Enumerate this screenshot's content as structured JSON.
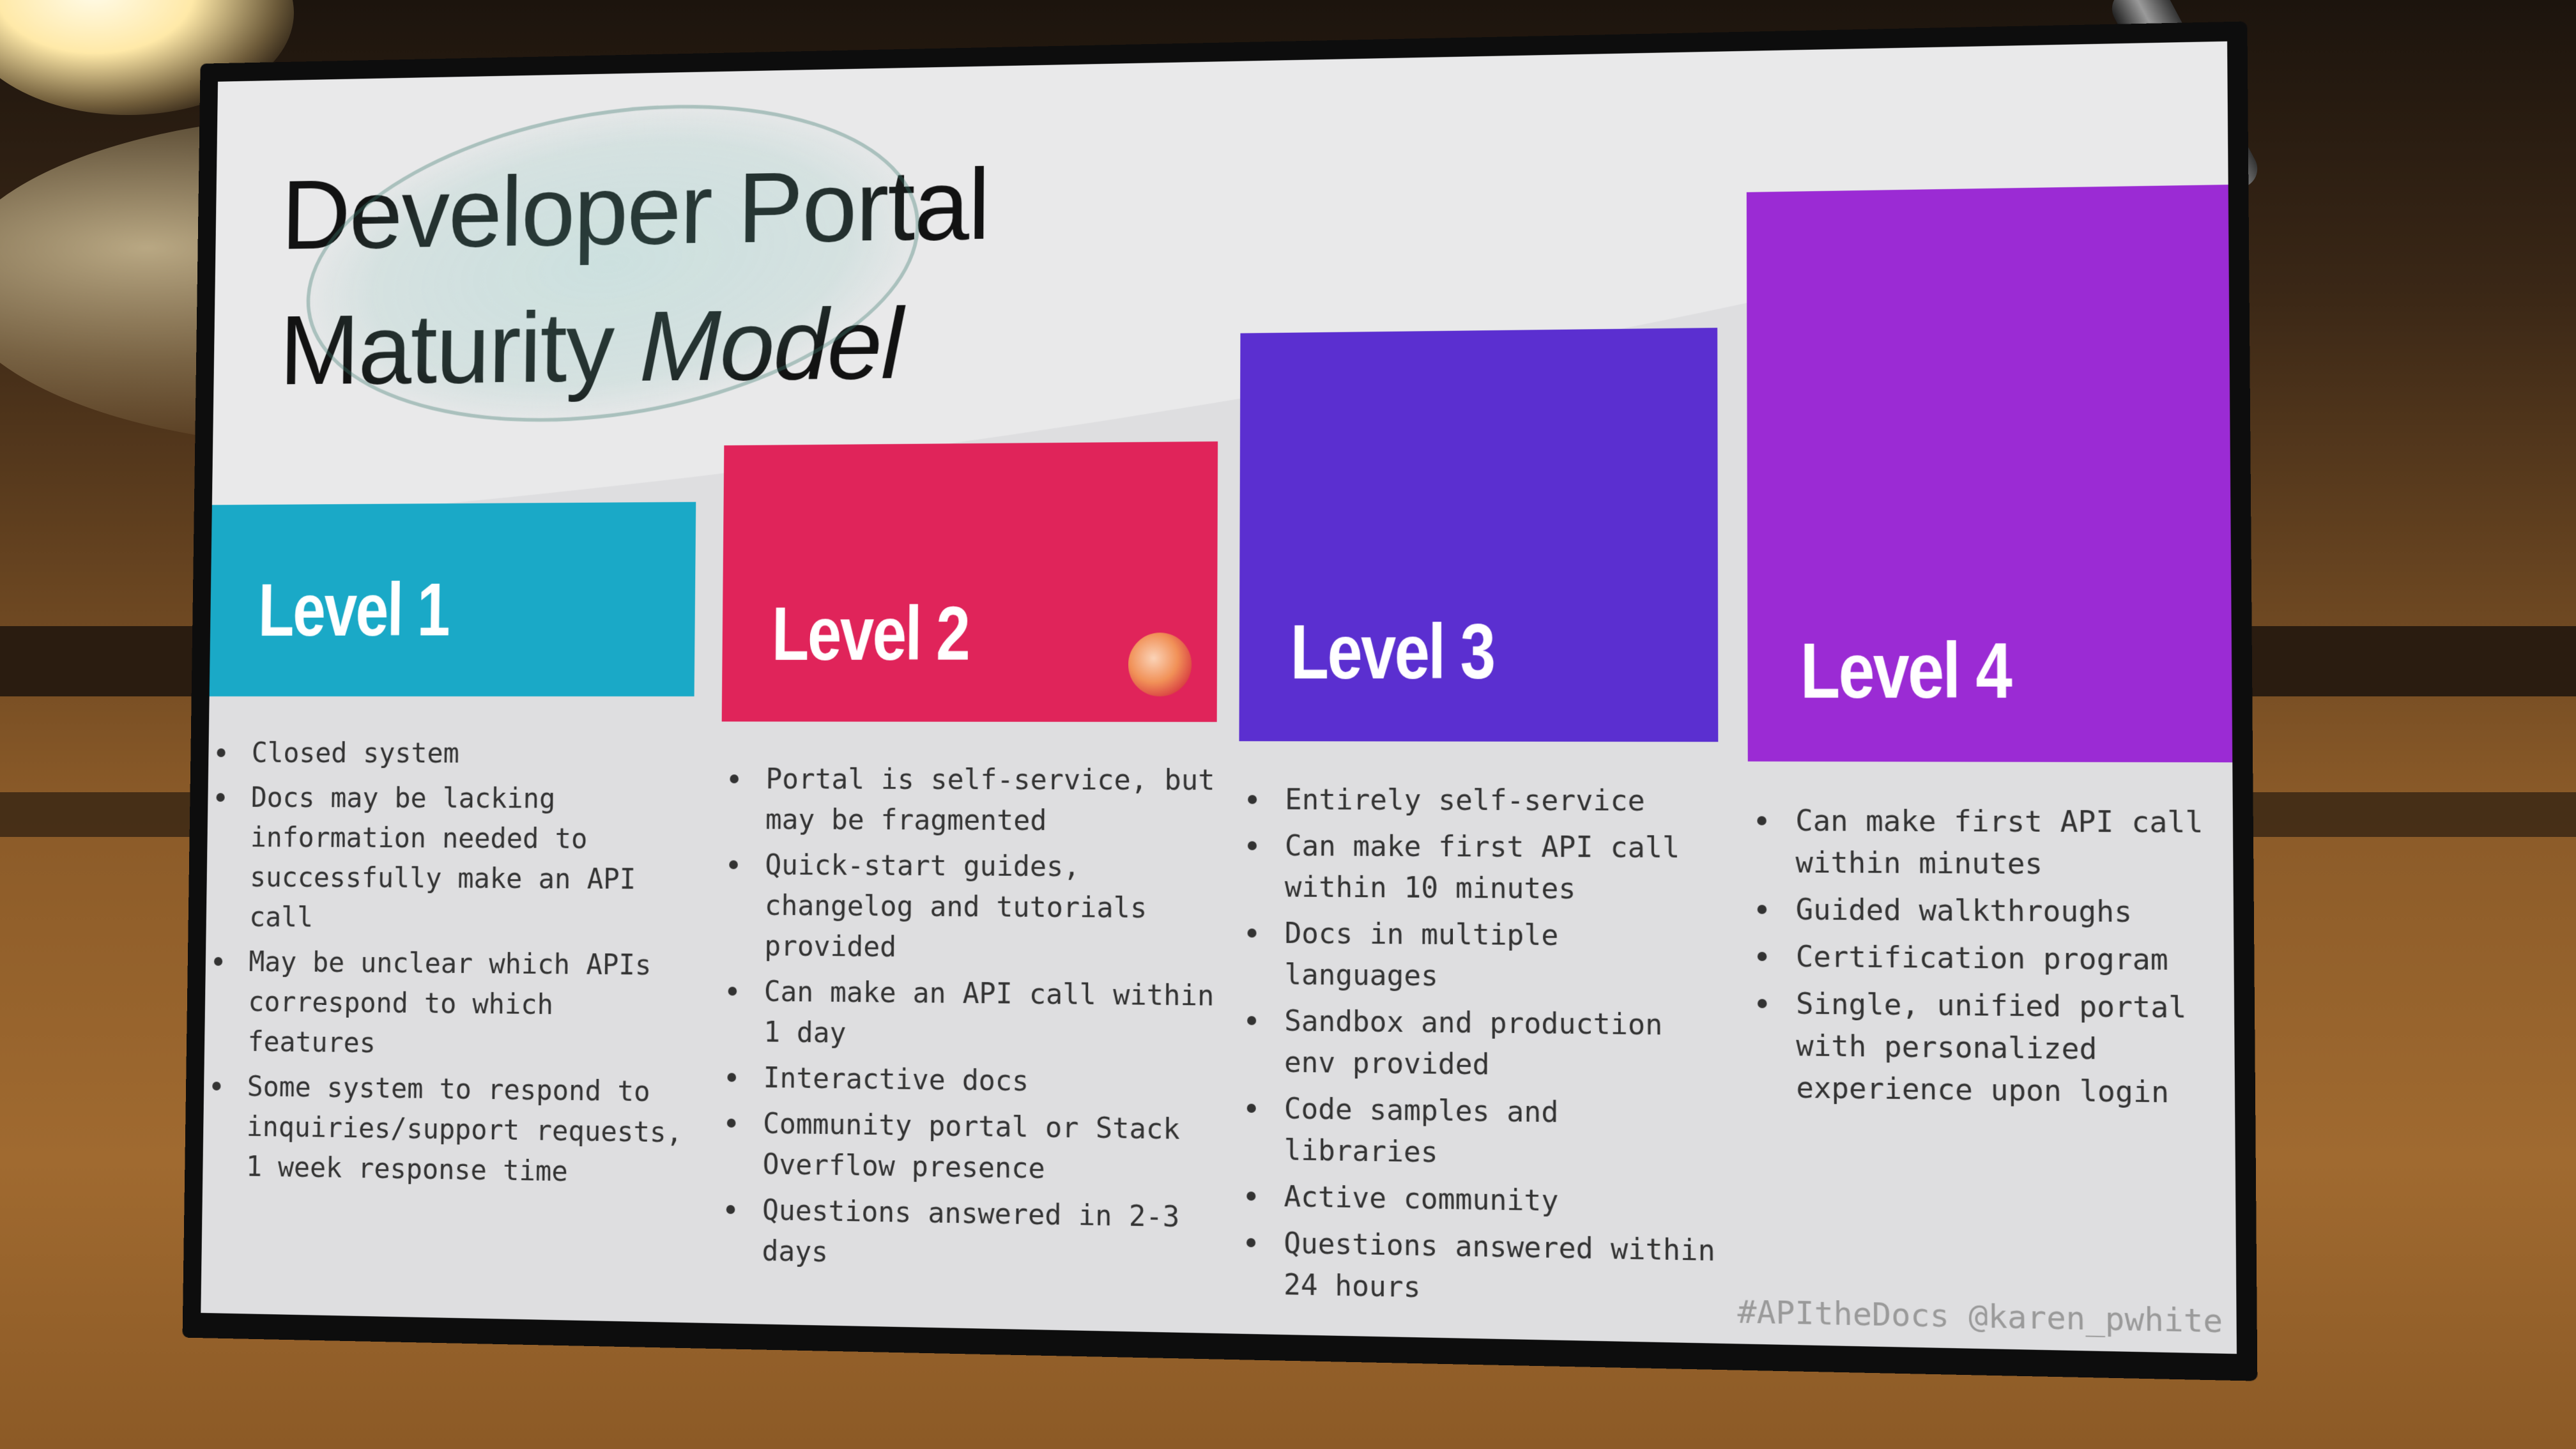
{
  "slide": {
    "title_line1": "Developer Portal",
    "title_line2_a": "Maturity ",
    "title_line2_b": "Model",
    "hashtag": "#APItheDocs @karen_pwhite"
  },
  "levels": [
    {
      "label": "Level 1",
      "color": "#1aa9c7",
      "items": [
        "Closed system",
        "Docs may be lacking information needed to successfully make an API call",
        "May be unclear which APIs correspond to which features",
        "Some system to respond to inquiries/support requests, 1 week response time"
      ]
    },
    {
      "label": "Level 2",
      "color": "#e0245a",
      "items": [
        "Portal is self-service, but may be fragmented",
        "Quick-start guides, changelog and tutorials provided",
        "Can make an API call within 1 day",
        "Interactive docs",
        "Community portal or Stack Overflow presence",
        "Questions answered in 2-3 days"
      ]
    },
    {
      "label": "Level 3",
      "color": "#5b2fd0",
      "items": [
        "Entirely self-service",
        "Can make first API call within 10 minutes",
        "Docs in multiple languages",
        "Sandbox and production env provided",
        "Code samples and libraries",
        "Active community",
        "Questions answered within 24 hours"
      ]
    },
    {
      "label": "Level 4",
      "color": "#9b2bd4",
      "items": [
        "Can make first API call within minutes",
        "Guided walkthroughs",
        "Certification program",
        "Single, unified portal with personalized experience upon login"
      ]
    }
  ]
}
